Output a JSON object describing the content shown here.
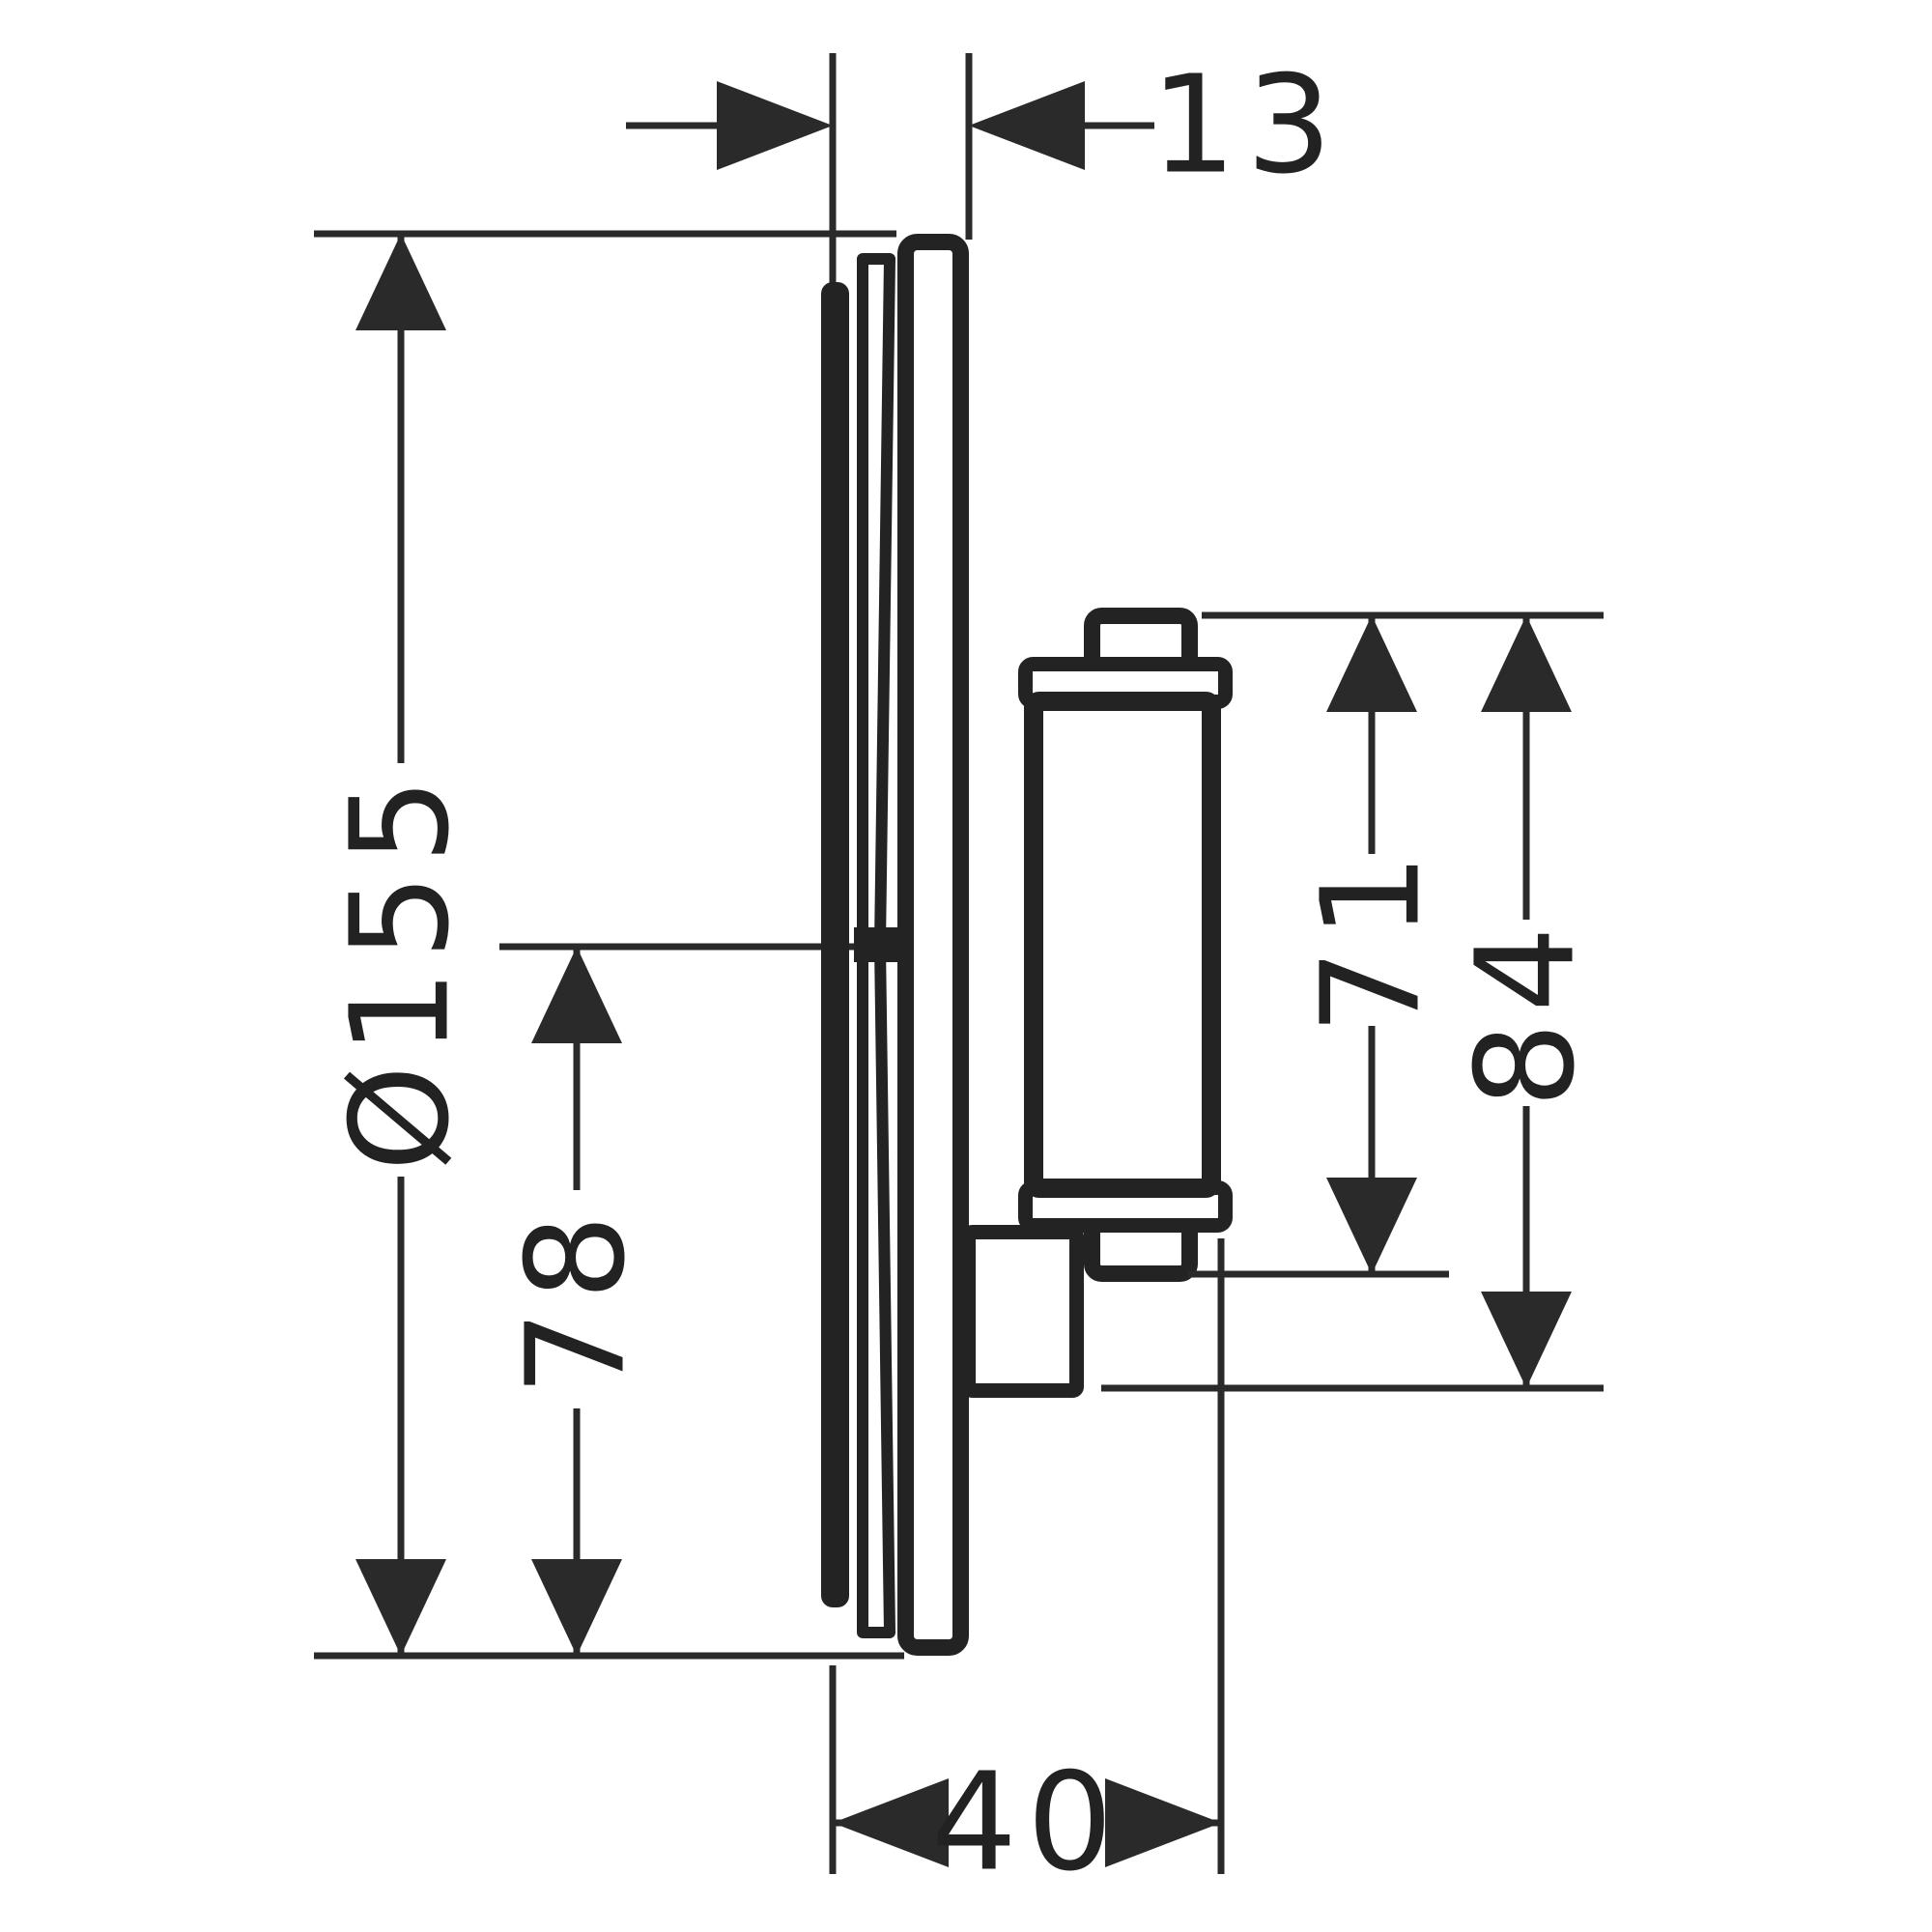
{
  "drawing": {
    "background_color": "#ffffff",
    "line_color": "#2a2a2a",
    "fixture_color": "#232323",
    "dimensions": {
      "plate_thickness": {
        "label": "13"
      },
      "plate_diameter": {
        "label": "Ø155"
      },
      "center_to_bottom": {
        "label": "78"
      },
      "handle_body_height": {
        "label": "71"
      },
      "handle_total_height": {
        "label": "84"
      },
      "installation_depth": {
        "label": "40"
      }
    }
  }
}
